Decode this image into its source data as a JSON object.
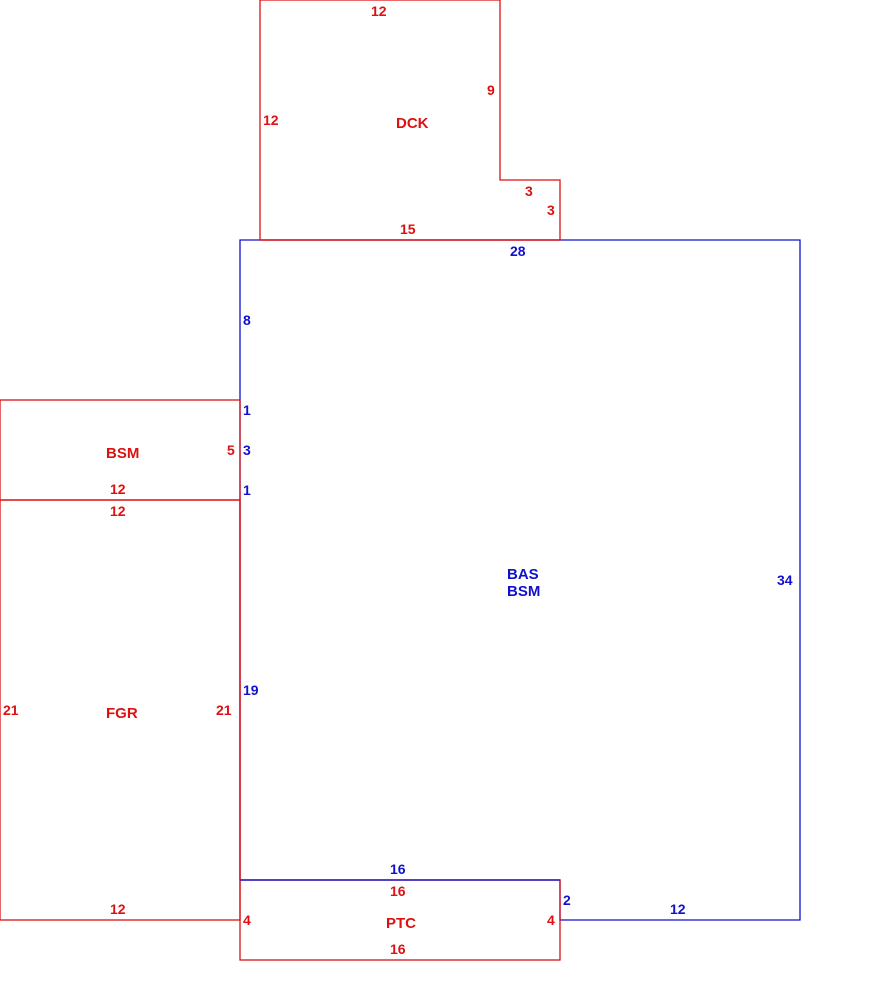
{
  "colors": {
    "red": "#dd1111",
    "blue": "#1111cc",
    "background": "#ffffff"
  },
  "areas": {
    "dck": {
      "label": "DCK",
      "dims": [
        "12",
        "9",
        "12",
        "3",
        "3",
        "15"
      ]
    },
    "bas": {
      "label_1": "BAS",
      "label_2": "BSM",
      "dims": [
        "28",
        "8",
        "1",
        "3",
        "1",
        "19",
        "16",
        "2",
        "12",
        "34"
      ]
    },
    "bsm": {
      "label": "BSM",
      "dims": [
        "5",
        "12"
      ]
    },
    "fgr": {
      "label": "FGR",
      "dims": [
        "12",
        "21",
        "21",
        "12"
      ]
    },
    "ptc": {
      "label": "PTC",
      "dims": [
        "16",
        "4",
        "4",
        "16"
      ]
    }
  }
}
